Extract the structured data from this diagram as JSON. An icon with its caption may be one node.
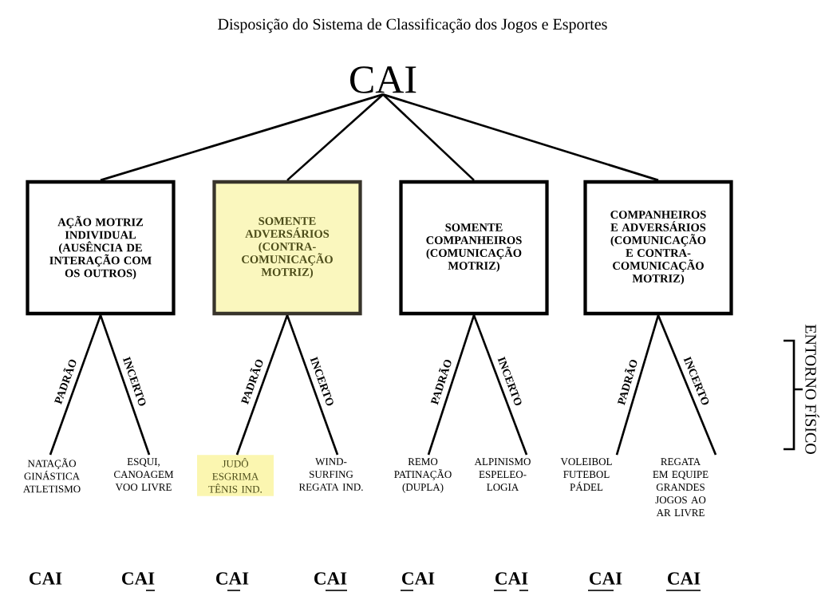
{
  "diagram": {
    "title": "Disposição do Sistema de Classificação dos Jogos e Esportes",
    "nodes": [
      {
        "text": [
          "CAI"
        ]
      },
      {
        "text": [
          "AÇÃO MOTRIZ INDIVIDUAL (AUSÊNCIA DE INTERAÇÃO COM OS OUTROS)"
        ]
      },
      {
        "text": [
          "SOMENTE ADVERSÁRIOS (CONTRA- COMUNICAÇÃO MOTRIZ)"
        ]
      },
      {
        "text": [
          "SOMENTE COMPANHEIROS (COMUNICAÇÃO MOTRIZ)"
        ]
      },
      {
        "text": [
          "COMPANHEIROS E ADVERSÁRIOS (COMUNICAÇÃO E CONTRA- COMUNICAÇÃO MOTRIZ)"
        ]
      },
      {
        "text": [
          "NATAÇÃO GINÁSTICA ATLETISMO"
        ]
      },
      {
        "text": [
          "ESQUI, CANOAGEM VOO LIVRE"
        ]
      },
      {
        "text": [
          "JUDÔ ESGRIMA TÊNIS IND."
        ]
      },
      {
        "text": [
          "WIND- SURFING REGATA IND."
        ]
      },
      {
        "text": [
          "REMO PATINAÇÃO (DUPLA)"
        ]
      },
      {
        "text": [
          "ALPINISMO ESPELEO- LOGIA"
        ]
      },
      {
        "text": [
          "VOLEIBOL FUTEBOL PÁDEL"
        ]
      },
      {
        "text": [
          "REGATA EM EQUIPE GRANDES JOGOS AO AR LIVRE"
        ]
      }
    ],
    "edges": [
      {
        "from": 0,
        "to": 1,
        "arrow": "none"
      },
      {
        "from": 0,
        "to": 2,
        "arrow": "none"
      },
      {
        "from": 0,
        "to": 3,
        "arrow": "none"
      },
      {
        "from": 0,
        "to": 4,
        "arrow": "none"
      },
      {
        "from": 1,
        "to": 5,
        "arrow": "none",
        "label": "PADRÃO"
      },
      {
        "from": 1,
        "to": 6,
        "arrow": "none",
        "label": "INCERTO"
      },
      {
        "from": 2,
        "to": 7,
        "arrow": "none",
        "label": "PADRÃO"
      },
      {
        "from": 2,
        "to": 8,
        "arrow": "none",
        "label": "INCERTO"
      },
      {
        "from": 3,
        "to": 9,
        "arrow": "none",
        "label": "PADRÃO"
      },
      {
        "from": 3,
        "to": 10,
        "arrow": "none",
        "label": "INCERTO"
      },
      {
        "from": 4,
        "to": 11,
        "arrow": "none",
        "label": "PADRÃO"
      },
      {
        "from": 4,
        "to": 12,
        "arrow": "none",
        "label": "INCERTO"
      }
    ],
    "labels": [
      "ENTORNO FÍSICO",
      "CAI",
      "CAI",
      "CAI",
      "CAI",
      "CAI",
      "CAI",
      "CAI",
      "CAI"
    ]
  }
}
